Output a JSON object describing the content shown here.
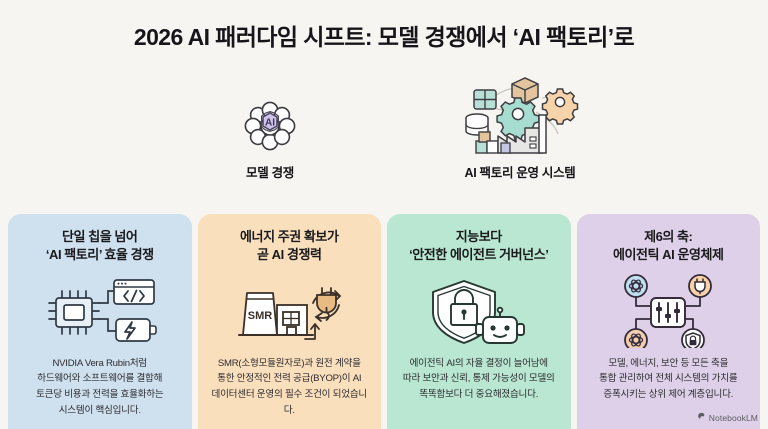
{
  "title": "2026 AI 패러다임 시프트: 모델 경쟁에서 ‘AI 팩토리’로",
  "background_color": "#f7f5f1",
  "concepts": [
    {
      "id": "model-competition",
      "icon": "ai-brain-icon",
      "caption": "모델 경쟁"
    },
    {
      "id": "ai-factory-operating-system",
      "icon": "ai-factory-network-icon",
      "caption": "AI 팩토리 운영 시스템"
    }
  ],
  "cards": [
    {
      "id": "compute-efficiency",
      "title": "단일 칩을 넘어\n‘AI 팩토리’ 효율 경쟁",
      "body": "NVIDIA Vera Rubin처럼\n하드웨어와 소프트웨어를 결합해\n토큰당 비용과 전력을 효율화하는\n시스템이 핵심입니다.",
      "icon": "chip-code-battery-icon",
      "bg_color": "#cfe0ef",
      "accent_color": "#2f3a44"
    },
    {
      "id": "energy-sovereignty",
      "title": "에너지 주권 확보가\n곧 AI 경쟁력",
      "body": "SMR(소형모듈원자로)과 원전 계약을\n통한 안정적인 전력 공급(BYOP)이 AI\n데이터센터 운영의 필수 조건이 되었습니다.",
      "icon": "smr-powerplant-plug-icon",
      "bg_color": "#fadfbd",
      "accent_color": "#3a3027"
    },
    {
      "id": "agent-governance",
      "title": "지능보다\n‘안전한 에이전트 거버넌스’",
      "body": "에이전틱 AI의 자율 결정이 늘어남에\n따라 보안과 신뢰, 통제 가능성이 모델의\n똑똑함보다 더 중요해졌습니다.",
      "icon": "shield-lock-robot-icon",
      "bg_color": "#b9e7d1",
      "accent_color": "#263831"
    },
    {
      "id": "agentic-ai-os",
      "title": "제6의 축:\n에이전틱 AI 운영체제",
      "body": "모델, 에너지, 보안 등 모든 축을\n통합 관리하여 전체 시스템의 가치를\n증폭시키는 상위 제어 계층입니다.",
      "icon": "control-panel-network-icon",
      "bg_color": "#ded0e8",
      "accent_color": "#332b3a"
    }
  ],
  "watermark": {
    "icon": "notebooklm-logo-icon",
    "label": "NotebookLM"
  }
}
